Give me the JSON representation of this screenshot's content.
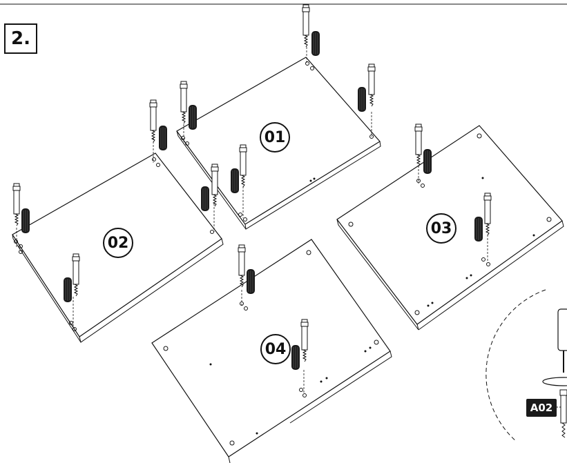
{
  "step": {
    "label": "2."
  },
  "parts": {
    "p01": "01",
    "p02": "02",
    "p03": "03",
    "p04": "04"
  },
  "hardware_tag": "A02",
  "colors": {
    "line": "#111111",
    "dowel_fill": "#1a1a1a",
    "tag_bg": "#1a1a1a"
  }
}
